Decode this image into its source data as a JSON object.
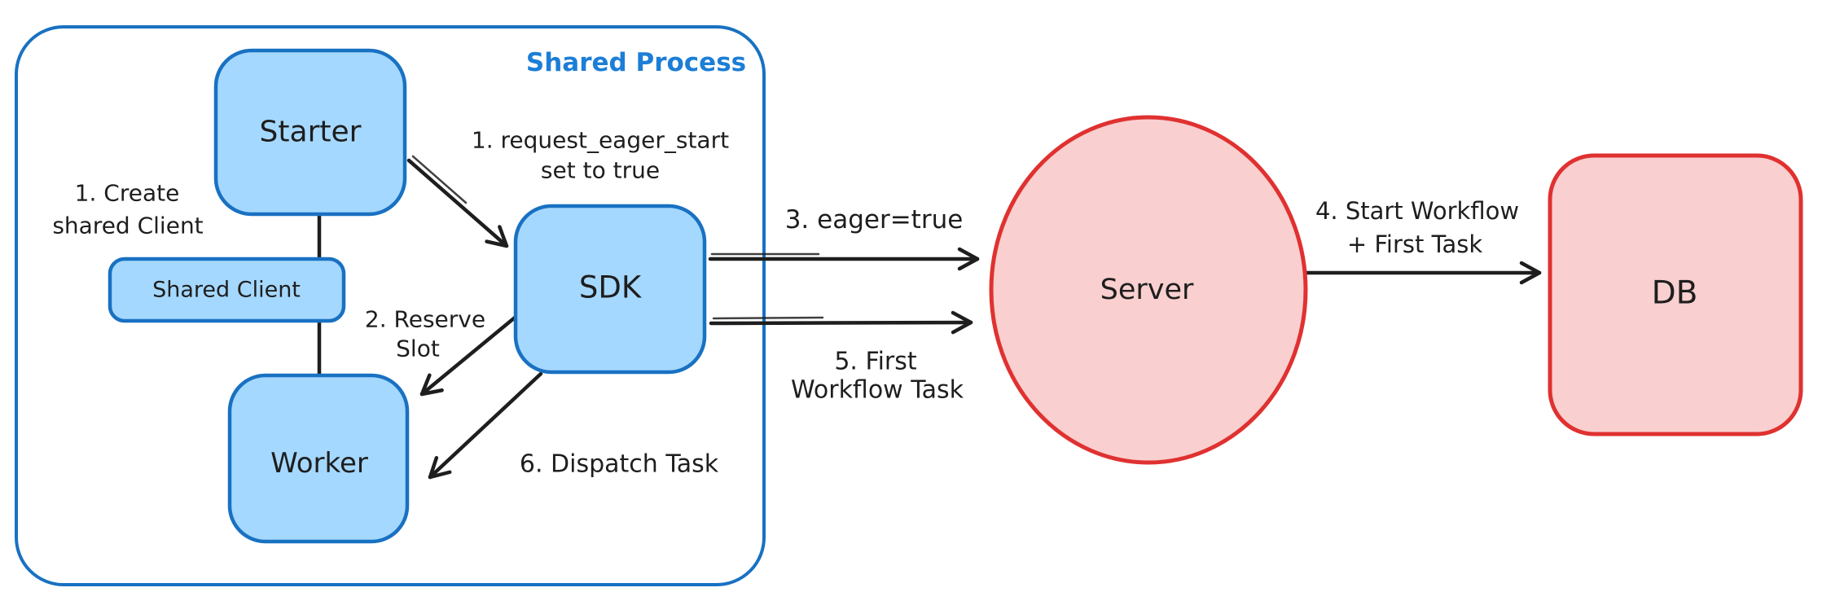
{
  "colors": {
    "blue_stroke": "#1971c2",
    "blue_fill": "#a5d8ff",
    "blue_label": "#1c7ed6",
    "red_stroke": "#e03131",
    "red_fill": "#f9cfcf",
    "ink": "#1e1e1e",
    "background": "#ffffff"
  },
  "container": {
    "label": "Shared Process"
  },
  "nodes": {
    "starter": {
      "label": "Starter"
    },
    "shared_client": {
      "label": "Shared Client"
    },
    "worker": {
      "label": "Worker"
    },
    "sdk": {
      "label": "SDK"
    },
    "server": {
      "label": "Server"
    },
    "db": {
      "label": "DB"
    }
  },
  "annotations": {
    "create_client": {
      "line1": "1. Create",
      "line2": "shared Client"
    },
    "request_eager_start": {
      "line1": "1. request_eager_start",
      "line2": "set to true"
    },
    "reserve_slot": {
      "line1": "2. Reserve",
      "line2": "Slot"
    },
    "eager_true": {
      "line1": "3. eager=true"
    },
    "start_workflow": {
      "line1": "4. Start Workflow",
      "line2": "+ First Task"
    },
    "first_workflow_task": {
      "line1": "5. First",
      "line2": "Workflow Task"
    },
    "dispatch_task": {
      "line1": "6. Dispatch Task"
    }
  }
}
